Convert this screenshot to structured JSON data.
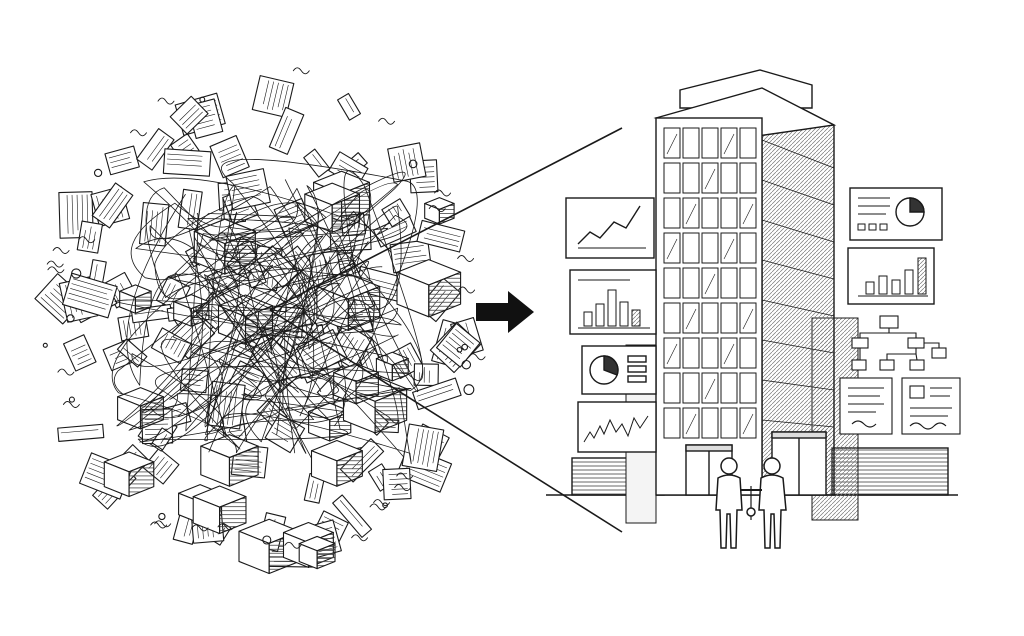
{
  "illustration": {
    "left_panel": "chaos-cluster",
    "center": "arrow-right",
    "right_panel": "office-building-with-charts"
  },
  "palette": {
    "ink": "#1a1a1a",
    "paper": "#ffffff",
    "hatch": "#888888",
    "light_fill": "#eeeeee"
  },
  "icons": [
    "arrow-right-icon",
    "line-chart-icon",
    "bar-chart-icon",
    "pie-chart-icon",
    "flowchart-icon",
    "document-icon",
    "handshake-icon"
  ],
  "chart_values": {
    "left_bar_chart": [
      0.35,
      0.55,
      0.9,
      0.6,
      0.4
    ],
    "right_bar_chart": [
      0.3,
      0.45,
      0.35,
      0.6,
      0.9
    ]
  }
}
